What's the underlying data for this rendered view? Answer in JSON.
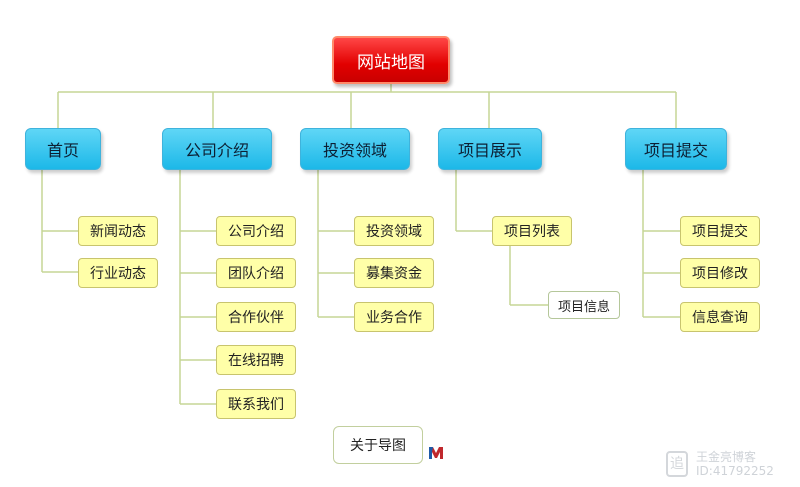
{
  "root": {
    "label": "网站地图"
  },
  "categories": [
    {
      "label": "首页",
      "children": [
        "新闻动态",
        "行业动态"
      ]
    },
    {
      "label": "公司介绍",
      "children": [
        "公司介绍",
        "团队介绍",
        "合作伙伴",
        "在线招聘",
        "联系我们"
      ]
    },
    {
      "label": "投资领域",
      "children": [
        "投资领域",
        "募集资金",
        "业务合作"
      ]
    },
    {
      "label": "项目展示",
      "children": [
        "项目列表"
      ],
      "grandchild": "项目信息"
    },
    {
      "label": "项目提交",
      "children": [
        "项目提交",
        "项目修改",
        "信息查询"
      ]
    }
  ],
  "about": {
    "label": "关于导图",
    "icon": "mindmap-app-icon"
  },
  "watermark": {
    "line1": "王金亮博客",
    "line2": "ID:41792252",
    "logo_glyph": "追"
  },
  "colors": {
    "root": "#e20000",
    "category": "#1cb8e8",
    "leaf": "#ffffa8",
    "connector": "#c5d596"
  }
}
